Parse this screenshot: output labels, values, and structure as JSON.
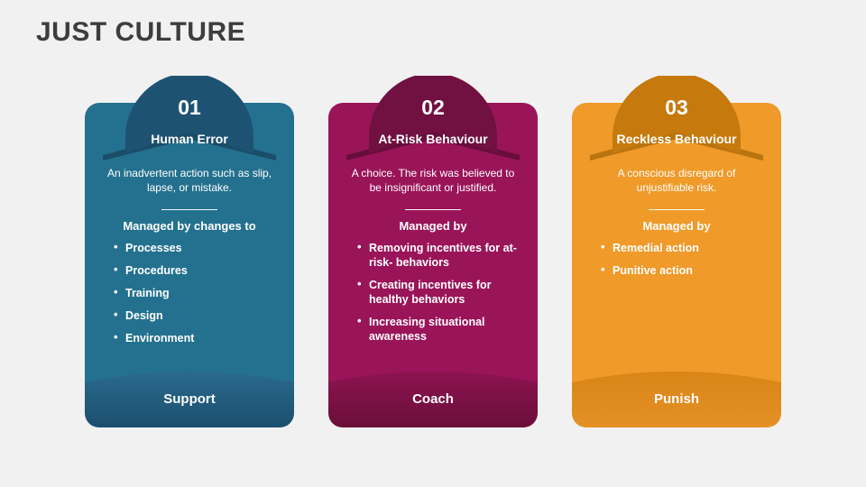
{
  "title": "JUST CULTURE",
  "background_color": "#f1f1f1",
  "title_color": "#3d3d3d",
  "cards": [
    {
      "number": "01",
      "heading": "Human Error",
      "description": "An inadvertent action such as slip, lapse, or mistake.",
      "managed_label": "Managed by changes to",
      "bullets": [
        "Processes",
        "Procedures",
        "Training",
        "Design",
        "Environment"
      ],
      "footer": "Support",
      "body_color": "#24718f",
      "badge_color": "#1d5273",
      "footer_color": "#1f5272",
      "edge_color": "#1d5c79"
    },
    {
      "number": "02",
      "heading": "At-Risk Behaviour",
      "description": "A choice. The risk was believed to be insignificant or justified.",
      "managed_label": "Managed by",
      "bullets": [
        "Removing incentives for at-risk- behaviors",
        "Creating incentives for healthy behaviors",
        "Increasing situational awareness"
      ],
      "footer": "Coach",
      "body_color": "#9a1459",
      "badge_color": "#701141",
      "footer_color": "#73123f",
      "edge_color": "#7d1047"
    },
    {
      "number": "03",
      "heading": "Reckless Behaviour",
      "description": "A conscious disregard of unjustifiable risk.",
      "managed_label": "Managed by",
      "bullets": [
        "Remedial action",
        "Punitive action"
      ],
      "footer": "Punish",
      "body_color": "#ef9a29",
      "badge_color": "#c67a0d",
      "footer_color": "#ce810e",
      "edge_color": "#cd7e0d"
    }
  ]
}
